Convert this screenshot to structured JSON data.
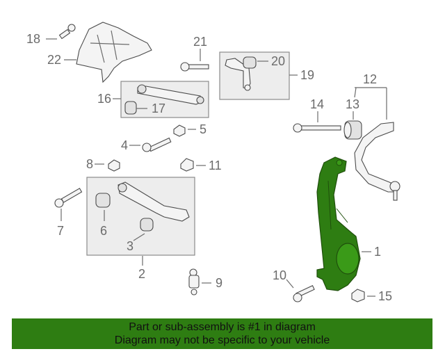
{
  "callouts": {
    "c1": "1",
    "c2": "2",
    "c3": "3",
    "c4": "4",
    "c5": "5",
    "c6": "6",
    "c7": "7",
    "c8": "8",
    "c9": "9",
    "c10": "10",
    "c11": "11",
    "c12": "12",
    "c13": "13",
    "c14": "14",
    "c15": "15",
    "c16": "16",
    "c17": "17",
    "c18": "18",
    "c19": "19",
    "c20": "20",
    "c21": "21",
    "c22": "22"
  },
  "banner": {
    "line1": "Part or sub-assembly is #1 in diagram",
    "line2": "Diagram may not be specific to your vehicle"
  },
  "colors": {
    "highlight": "#2e7d12",
    "banner_bg": "#2e7d12"
  }
}
